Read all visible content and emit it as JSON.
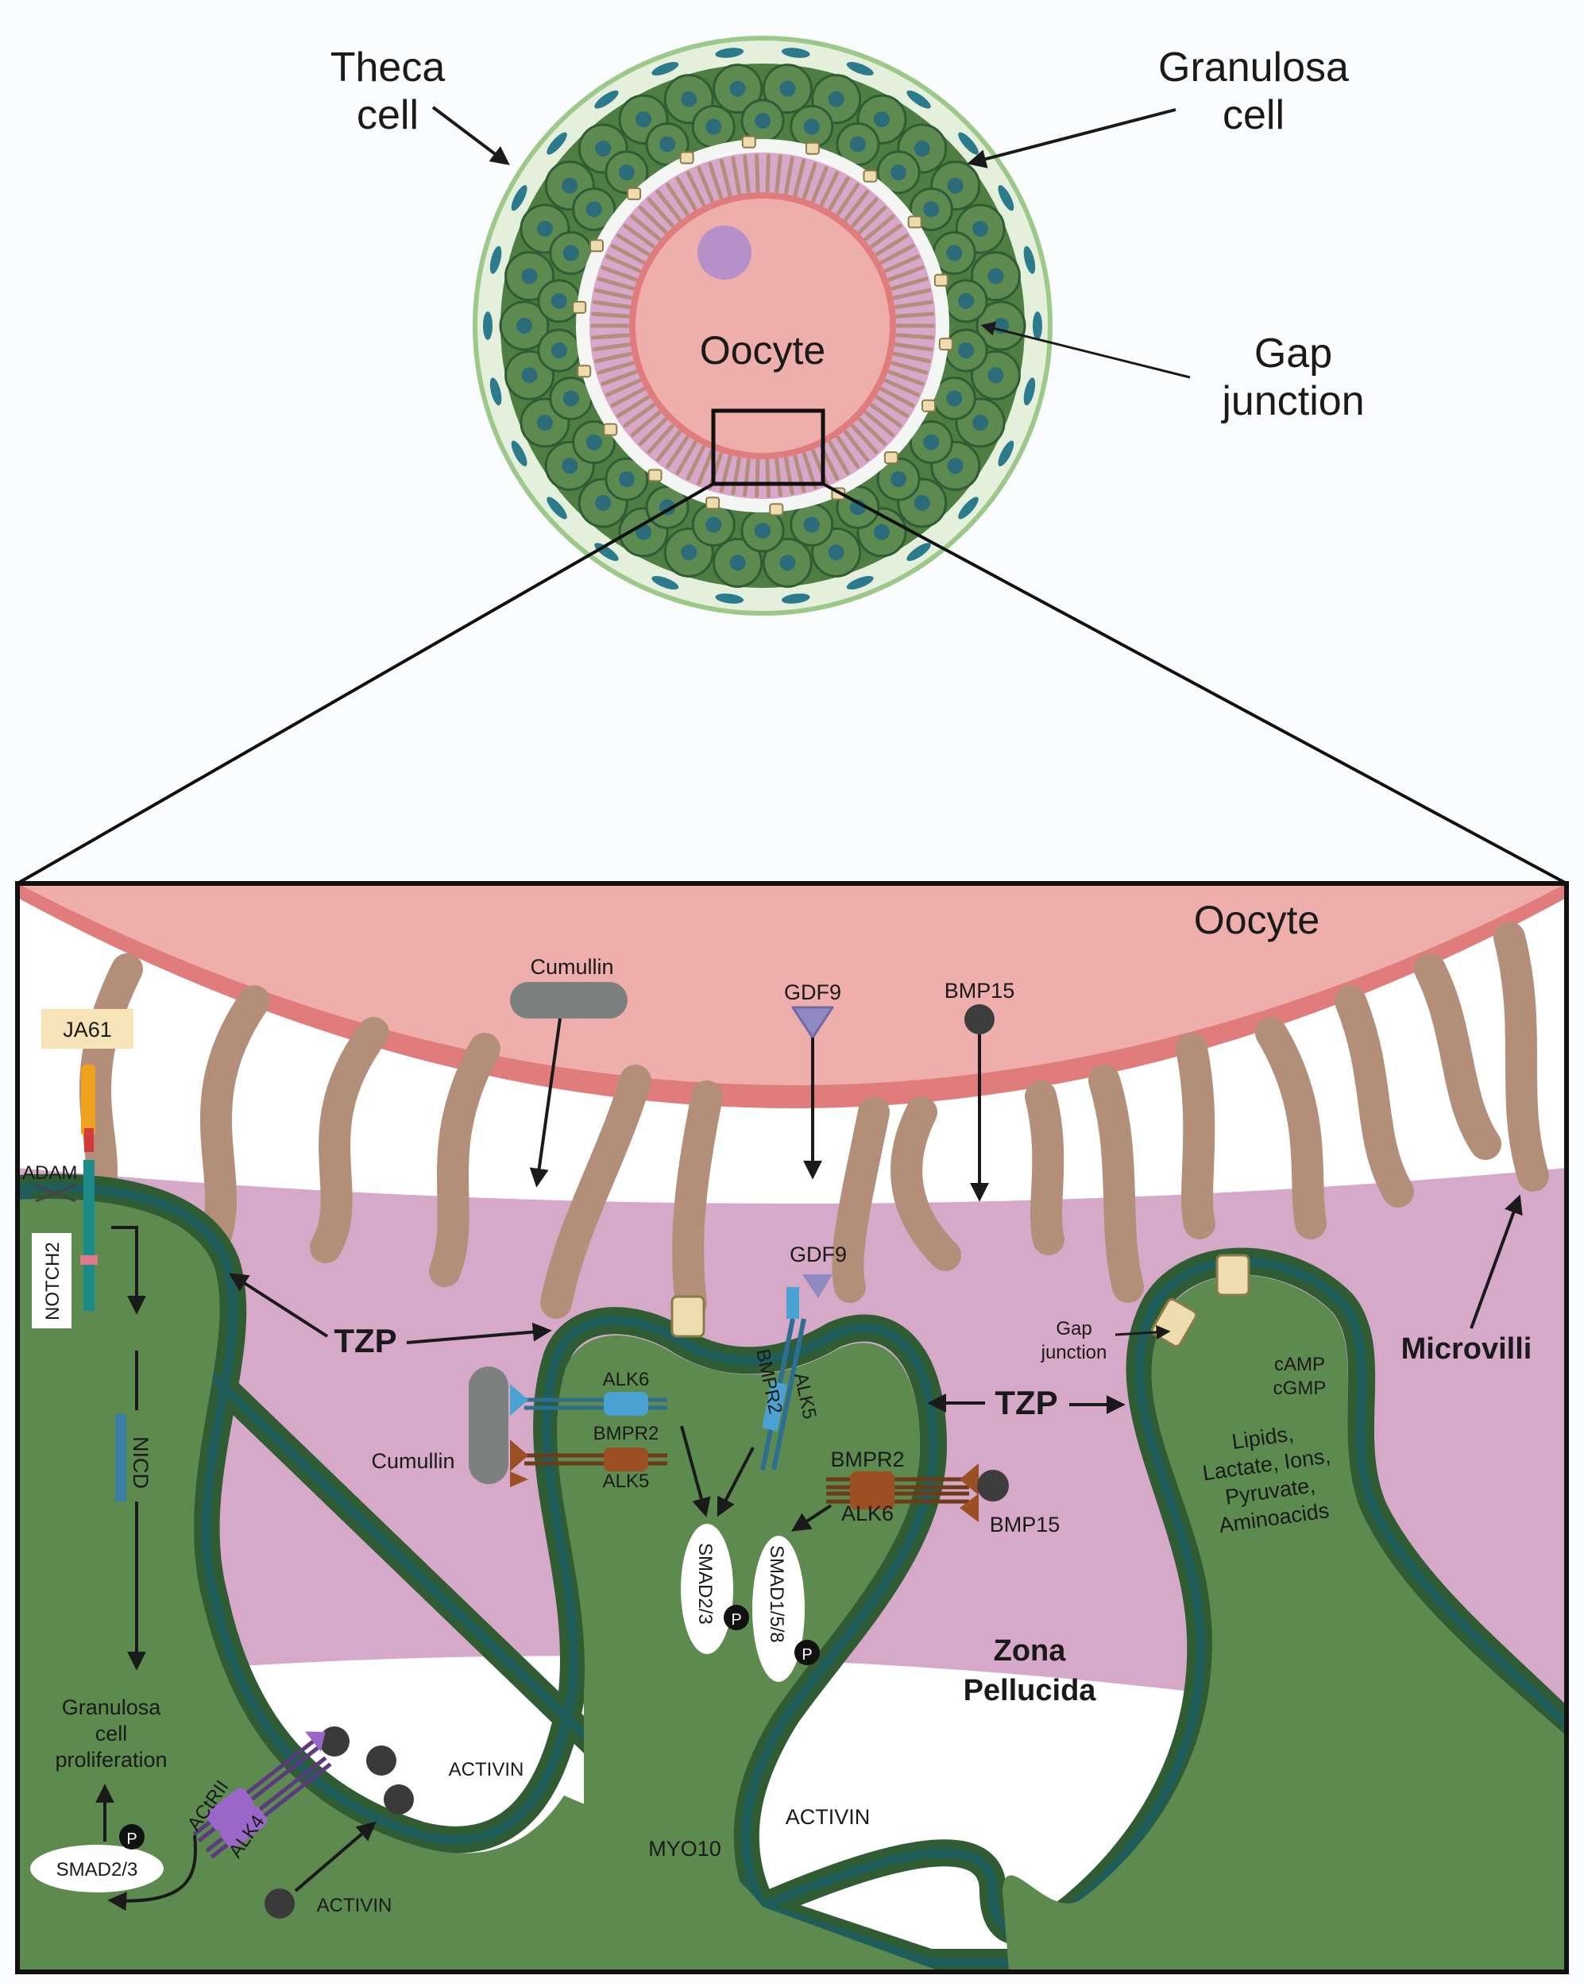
{
  "top": {
    "theca_label_1": "Theca",
    "theca_label_2": "cell",
    "granulosa_label_1": "Granulosa",
    "granulosa_label_2": "cell",
    "gap_label_1": "Gap",
    "gap_label_2": "junction",
    "oocyte_label": "Oocyte"
  },
  "zoom": {
    "oocyte": "Oocyte",
    "cumullin_top": "Cumullin",
    "gdf9_top": "GDF9",
    "bmp15_top": "BMP15",
    "ja61": "JA61",
    "adam": "ADAM",
    "notch2": "NOTCH2",
    "nicd": "NICD",
    "tzp_left": "TZP",
    "tzp_right": "TZP",
    "gdf9_mid": "GDF9",
    "alk6_a": "ALK6",
    "bmpr2_a": "BMPR2",
    "alk5_a": "ALK5",
    "bmpr2_v": "BMPR2",
    "alk5_v": "ALK5",
    "cumullin_mid": "Cumullin",
    "smad23_mid": "SMAD2/3",
    "smad158": "SMAD1/5/8",
    "bmpr2_b": "BMPR2",
    "alk6_b": "ALK6",
    "bmp15_mid": "BMP15",
    "gap_1": "Gap",
    "gap_2": "junction",
    "camp": "cAMP",
    "cgmp": "cGMP",
    "lipids_1": "Lipids,",
    "lipids_2": "Lactate, Ions,",
    "lipids_3": "Pyruvate,",
    "lipids_4": "Aminoacids",
    "microvilli": "Microvilli",
    "zona_1": "Zona",
    "zona_2": "Pellucida",
    "granulosa_1": "Granulosa",
    "granulosa_2": "cell",
    "granulosa_3": "proliferation",
    "smad23_left": "SMAD2/3",
    "actrii": "ACtRII",
    "alk4": "ALK4",
    "activin_1": "ACTIVIN",
    "activin_2": "ACTIVIN",
    "activin_3": "ACTIVIN",
    "myo10": "MYO10",
    "p": "P"
  },
  "colors": {
    "granulosa": "#5d8a4e",
    "membrane_dark": "#2e5a2e",
    "membrane_teal": "#1f5d5a",
    "zona": "#d7a9c9",
    "oocyte": "#eeaeab",
    "oocyte_edge": "#e07c7c",
    "microvilli": "#b38f7a"
  }
}
